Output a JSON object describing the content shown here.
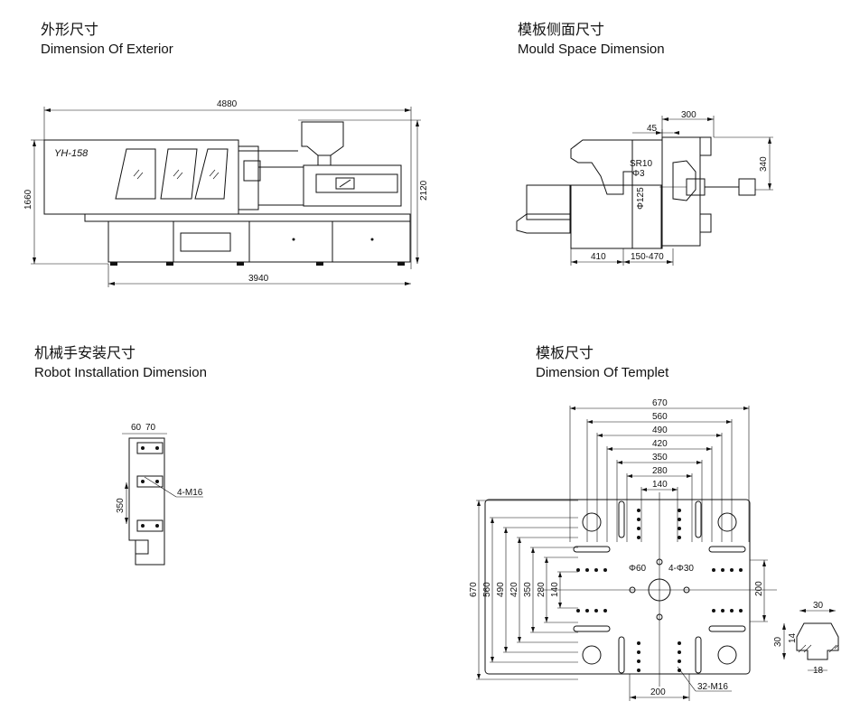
{
  "sections": {
    "exterior": {
      "title_cn": "外形尺寸",
      "title_en": "Dimension Of Exterior"
    },
    "mould": {
      "title_cn": "模板侧面尺寸",
      "title_en": "Mould Space Dimension"
    },
    "robot": {
      "title_cn": "机械手安装尺寸",
      "title_en": "Robot Installation Dimension"
    },
    "templet": {
      "title_cn": "模板尺寸",
      "title_en": "Dimension Of Templet"
    }
  },
  "exterior_drawing": {
    "model_label": "YH-158",
    "overall_length": "4880",
    "base_length": "3940",
    "height_left": "1660",
    "height_right": "2120"
  },
  "mould_drawing": {
    "dim_300": "300",
    "dim_45": "45",
    "dim_340": "340",
    "dim_sr10": "SR10",
    "dim_phi3": "Φ3",
    "dim_phi125": "Φ125",
    "dim_410": "410",
    "dim_150_470": "150-470"
  },
  "robot_drawing": {
    "dim_60": "60",
    "dim_70": "70",
    "dim_350": "350",
    "hole_note": "4-M16"
  },
  "templet_drawing": {
    "horizontal_dims": [
      "670",
      "560",
      "490",
      "420",
      "350",
      "280",
      "140"
    ],
    "vertical_dims": [
      "670",
      "560",
      "490",
      "420",
      "350",
      "280",
      "140"
    ],
    "dim_200_right": "200",
    "dim_200_bottom": "200",
    "phi60": "Φ60",
    "holes_note": "4-Φ30",
    "bolts_note": "32-M16",
    "detail_30_top": "30",
    "detail_30_left": "30",
    "detail_14": "14",
    "detail_18": "18"
  }
}
